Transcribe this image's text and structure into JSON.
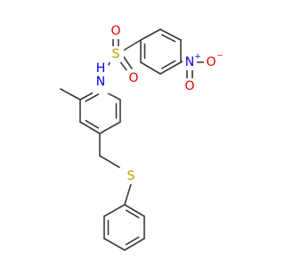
{
  "molecule": {
    "atom_labels": {
      "sulfonyl_s": "S",
      "sulfonyl_o1": "O",
      "sulfonyl_o2": "O",
      "amide_n": "N",
      "amide_h": "H",
      "nitro_n": "N",
      "nitro_n_charge": "+",
      "nitro_o_double": "O",
      "nitro_o_single": "O",
      "nitro_o_charge": "−",
      "thioether_s": "S"
    },
    "colors": {
      "bond": "#3a3a3a",
      "sulfur": "#b8a000",
      "oxygen": "#e00000",
      "nitrogen": "#0000e0"
    }
  }
}
